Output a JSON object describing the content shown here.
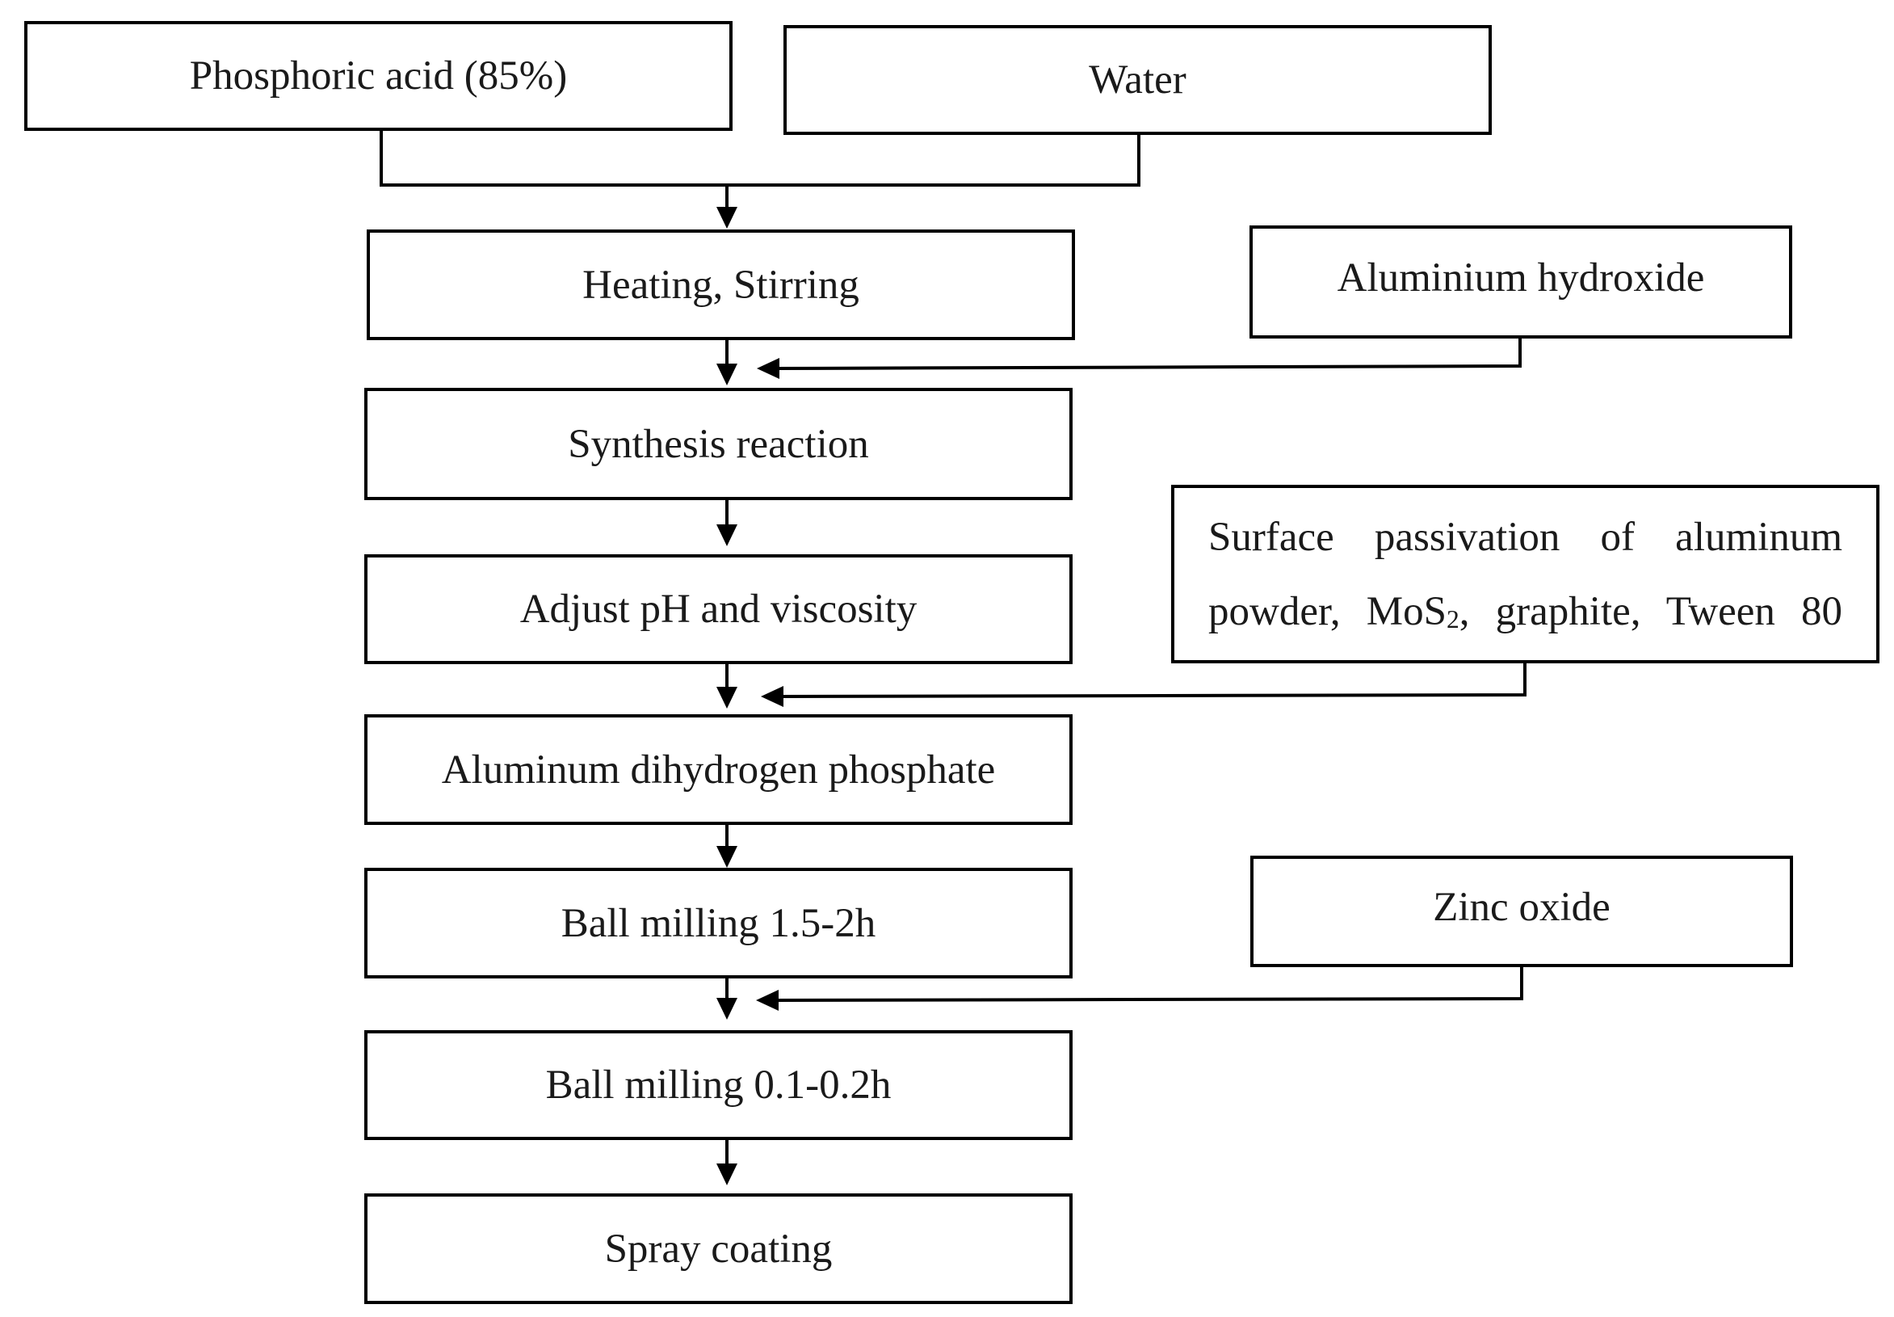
{
  "diagram": {
    "inputs": {
      "phosphoric_acid": "Phosphoric acid (85%)",
      "water": "Water",
      "aluminium_hydroxide": "Aluminium hydroxide",
      "additives": {
        "line1": "Surface passivation of aluminum",
        "line2_prefix": "powder, MoS",
        "line2_sub": "2",
        "line2_suffix": ", graphite, Tween 80"
      },
      "zinc_oxide": "Zinc oxide"
    },
    "steps": [
      "Heating, Stirring",
      "Synthesis reaction",
      "Adjust pH and viscosity",
      "Aluminum dihydrogen phosphate",
      "Ball milling 1.5-2h",
      "Ball milling 0.1-0.2h",
      "Spray coating"
    ]
  }
}
